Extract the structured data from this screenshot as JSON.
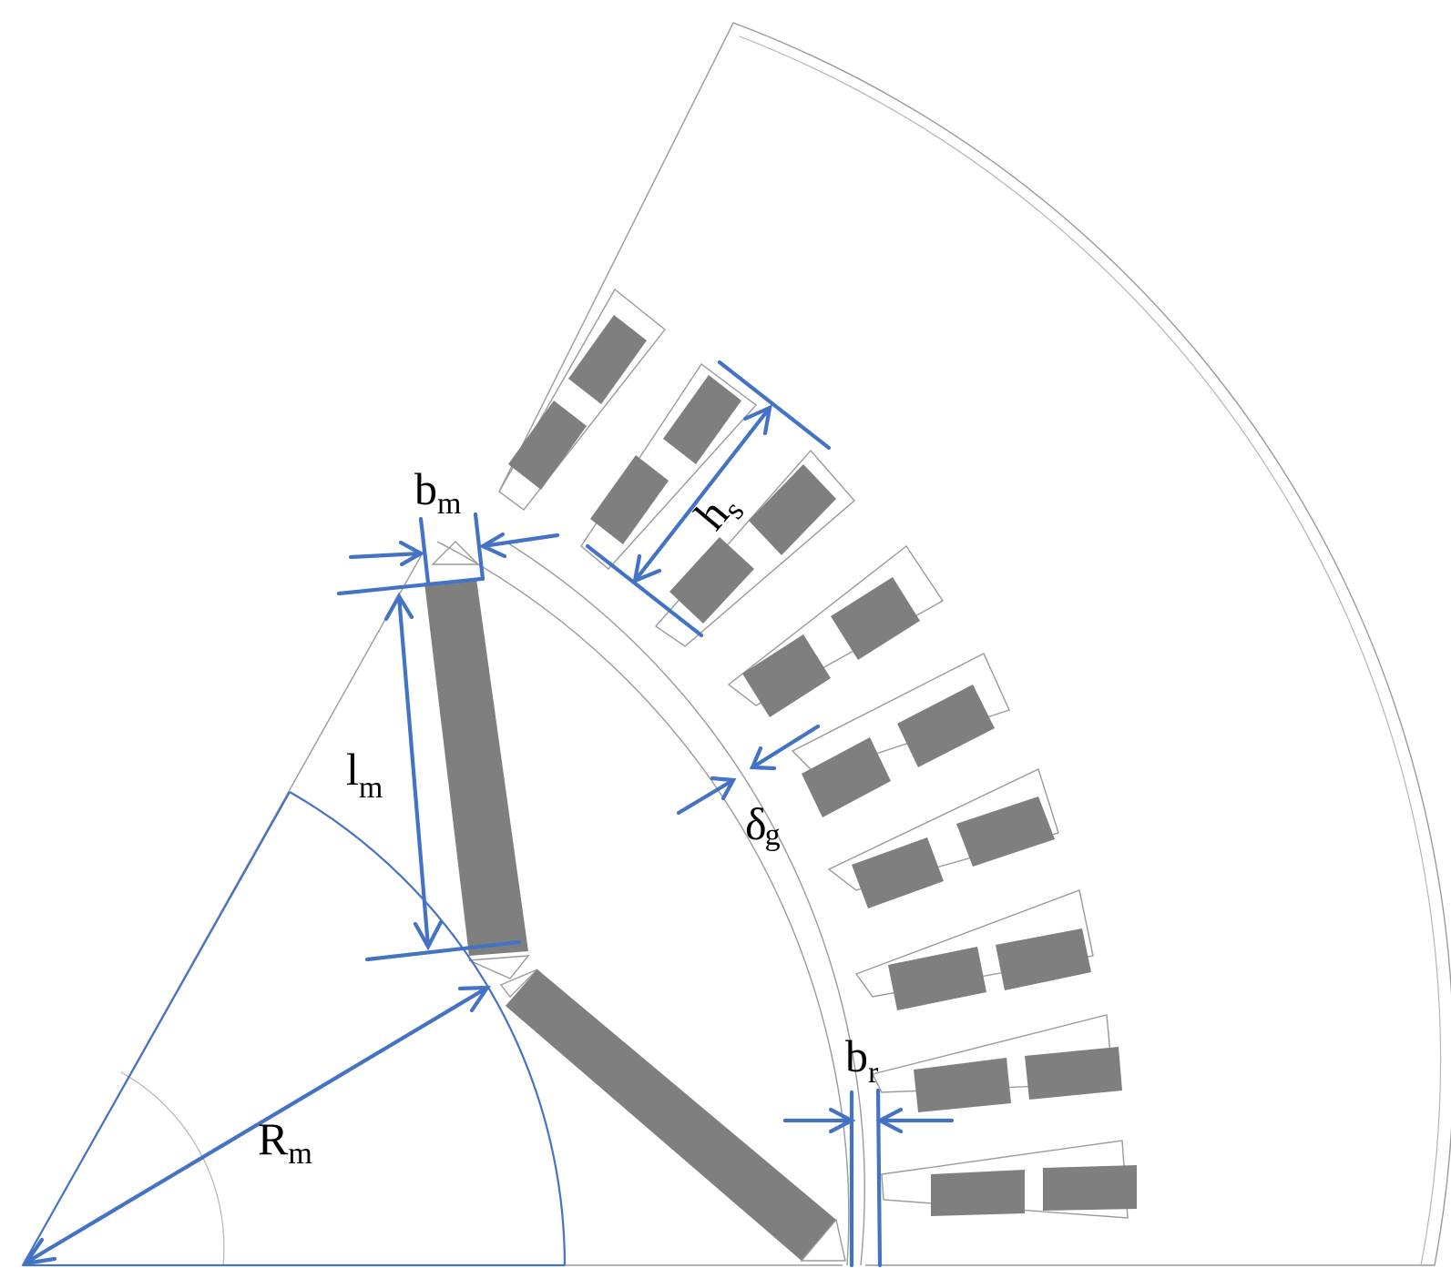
{
  "colors": {
    "accent": "#4472C4",
    "conductor": "#7f7f7f",
    "outline": "#9a9a9a"
  },
  "labels": {
    "Rm": {
      "main": "R",
      "sub": "m"
    },
    "lm": {
      "main": "l",
      "sub": "m"
    },
    "bm": {
      "main": "b",
      "sub": "m"
    },
    "hs": {
      "main": "h",
      "sub": "s"
    },
    "dg": {
      "main": "δ",
      "sub": "g"
    },
    "br": {
      "main": "b",
      "sub": "r"
    }
  }
}
